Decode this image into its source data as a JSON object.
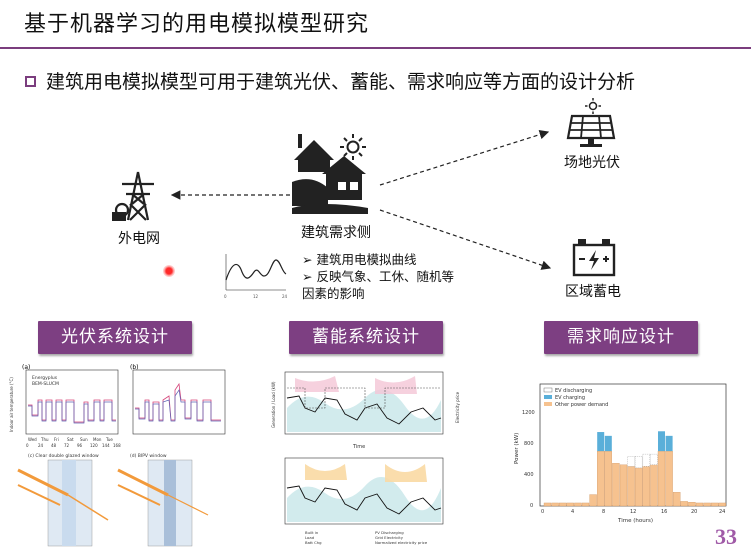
{
  "slide": {
    "title": "基于机器学习的用电模拟模型研究",
    "bullet": "建筑用电模拟模型可用于建筑光伏、蓄能、需求响应等方面的设计分析",
    "page_number": "33"
  },
  "diagram": {
    "center_label": "建筑需求侧",
    "grid_label": "外电网",
    "pv_label": "场地光伏",
    "storage_label": "区域蓄电",
    "center_bullets": [
      "建筑用电模拟曲线",
      "反映气象、工休、随机等",
      "因素的影响"
    ],
    "mini_curve_ticks": [
      "0",
      "12",
      "24"
    ]
  },
  "sections": {
    "pv": "光伏系统设计",
    "storage": "蓄能系统设计",
    "dr": "需求响应设计"
  },
  "pv_figure": {
    "panel_a": "(a)",
    "panel_b": "(b)",
    "legend": [
      "Energyplus",
      "BEM-SLUCM"
    ],
    "ylabel": "Indoor air temperature (°C)",
    "x_ticks": [
      "Wed",
      "Thu",
      "Fri",
      "Sat",
      "Sun",
      "Mon",
      "Tue"
    ],
    "x_nums": [
      "0",
      "24",
      "48",
      "72",
      "96",
      "120",
      "144",
      "168"
    ],
    "cap_a": "(c) Clear double glazed window",
    "cap_b": "(d) BIPV window"
  },
  "storage_figure": {
    "xlabel": "Time",
    "ylabel_left": "Generation / Load (kW)",
    "ylabel_right": "Electricity price",
    "legend": [
      "Built in",
      "Load",
      "Batt Chg",
      "PV Discharging",
      "Grid Electricity",
      "Normalized electricity price"
    ]
  },
  "dr_figure": {
    "legend": [
      "EV discharging",
      "EV charging",
      "Other power demand"
    ],
    "ylabel": "Power (kW)",
    "xlabel": "Time (hours)",
    "y_ticks": [
      "0",
      "400",
      "800",
      "1200"
    ],
    "x_ticks": [
      "0",
      "4",
      "8",
      "12",
      "16",
      "20",
      "24"
    ]
  },
  "colors": {
    "accent": "#7d3f82",
    "ev_charge": "#5aafd9",
    "other": "#f6c28f"
  }
}
